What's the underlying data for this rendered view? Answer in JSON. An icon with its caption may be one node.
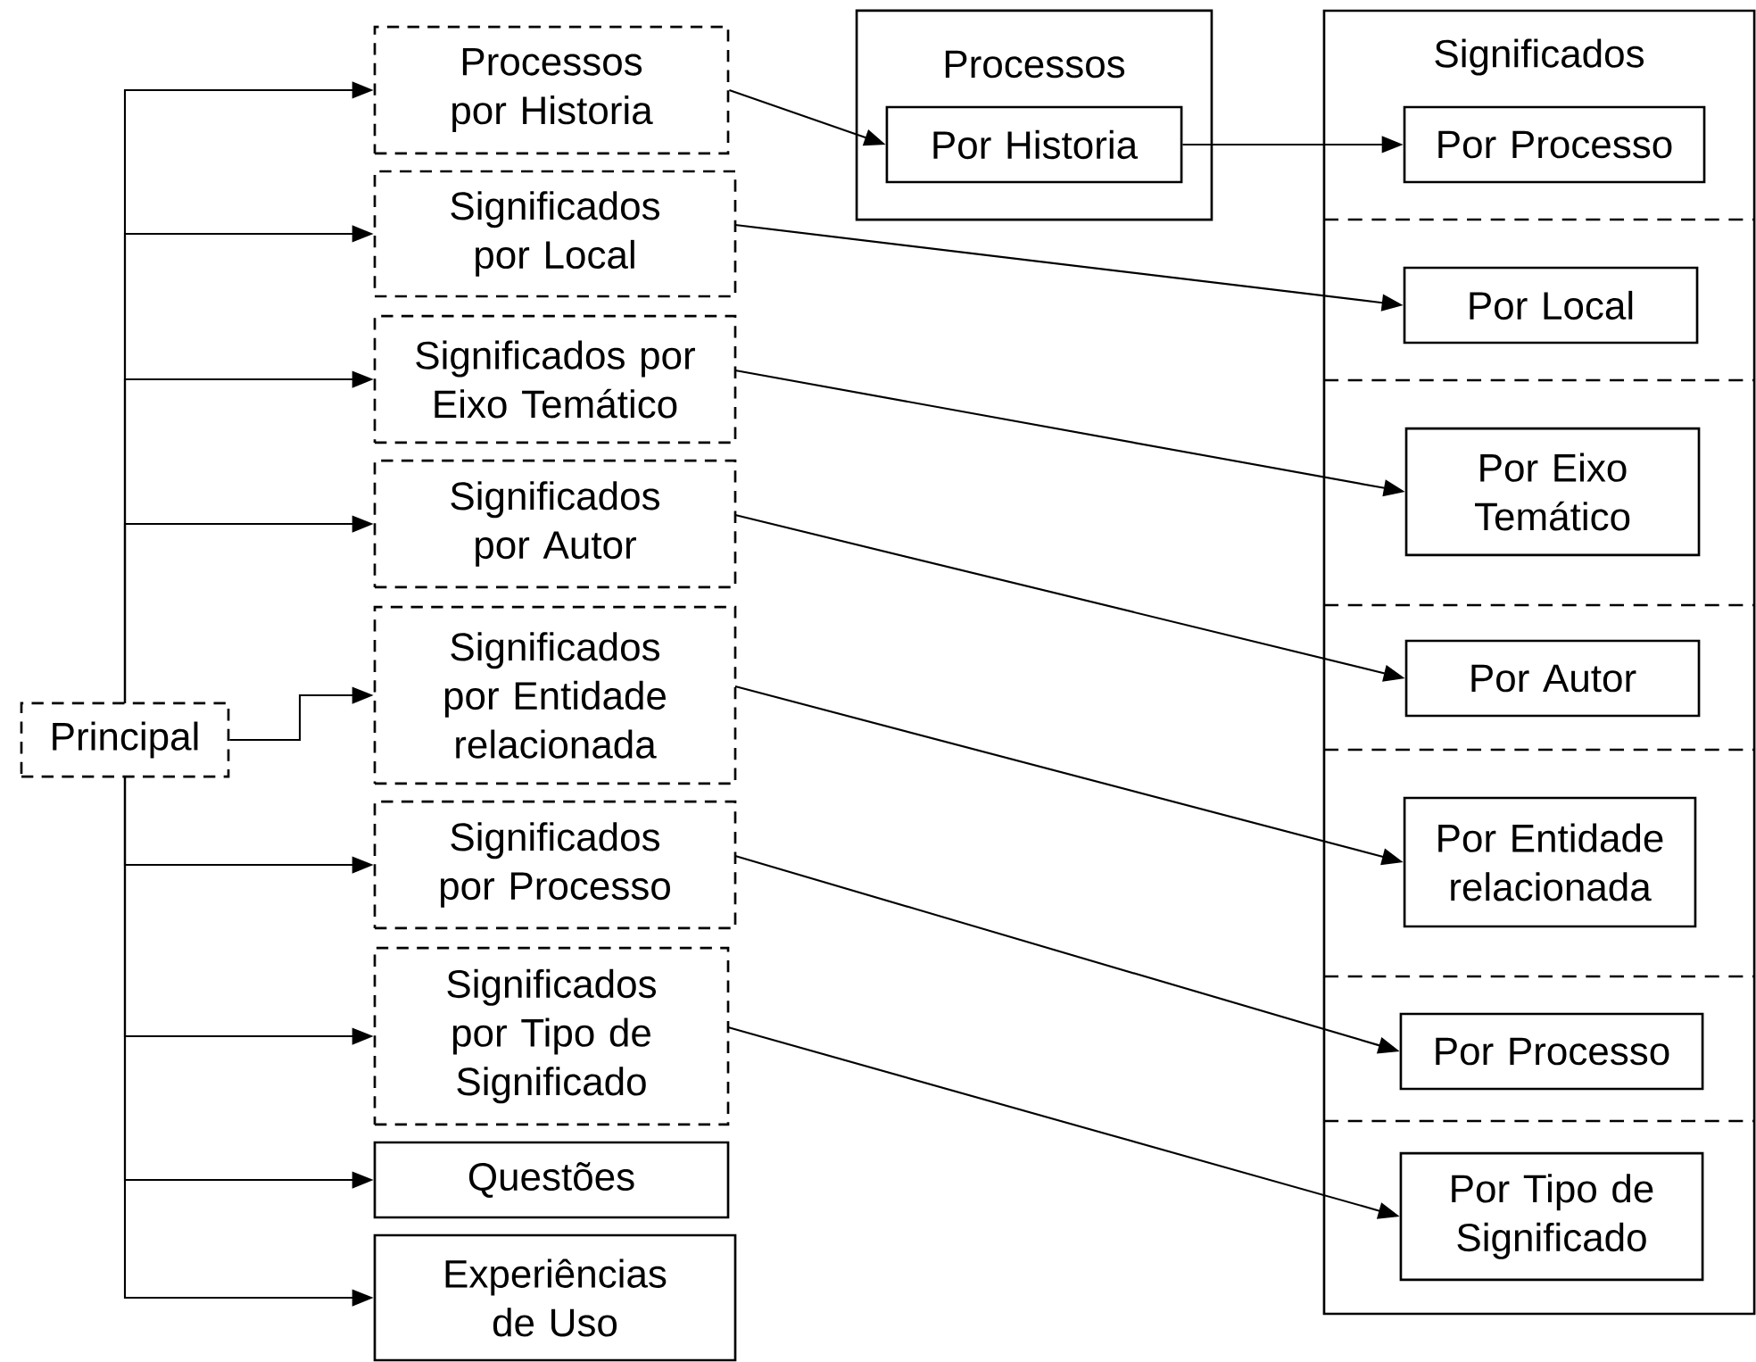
{
  "diagram": {
    "nodes": [
      {
        "text": [
          "Principal"
        ]
      },
      {
        "text": [
          "Processos por Historia"
        ]
      },
      {
        "text": [
          "Significados por Local"
        ]
      },
      {
        "text": [
          "Significados por Eixo Temático"
        ]
      },
      {
        "text": [
          "Significados por Autor"
        ]
      },
      {
        "text": [
          "Significados por Entidade relacionada"
        ]
      },
      {
        "text": [
          "Significados por Processo"
        ]
      },
      {
        "text": [
          "Significados por Tipo de Significado"
        ]
      },
      {
        "text": [
          "Questões"
        ]
      },
      {
        "text": [
          "Experiências de Uso"
        ]
      },
      {
        "text": [
          "Processos"
        ]
      },
      {
        "text": [
          "Por Historia"
        ],
        "in": 10
      },
      {
        "text": [
          "Significados"
        ]
      },
      {
        "text": [
          "Por Processo"
        ],
        "in": 12
      },
      {
        "text": [
          "Por Local"
        ],
        "in": 12
      },
      {
        "text": [
          "Por Eixo Temático"
        ],
        "in": 12
      },
      {
        "text": [
          "Por Autor"
        ],
        "in": 12
      },
      {
        "text": [
          "Por Entidade relacionada"
        ],
        "in": 12
      },
      {
        "text": [
          "Por Processo"
        ],
        "in": 12
      },
      {
        "text": [
          "Por Tipo de Significado"
        ],
        "in": 12
      }
    ],
    "edges": [
      {
        "from": 0,
        "to": 1,
        "arrow": "to"
      },
      {
        "from": 0,
        "to": 2,
        "arrow": "to"
      },
      {
        "from": 0,
        "to": 3,
        "arrow": "to"
      },
      {
        "from": 0,
        "to": 4,
        "arrow": "to"
      },
      {
        "from": 0,
        "to": 5,
        "arrow": "to"
      },
      {
        "from": 0,
        "to": 6,
        "arrow": "to"
      },
      {
        "from": 0,
        "to": 7,
        "arrow": "to"
      },
      {
        "from": 0,
        "to": 8,
        "arrow": "to"
      },
      {
        "from": 0,
        "to": 9,
        "arrow": "to"
      },
      {
        "from": 1,
        "to": 11,
        "arrow": "to"
      },
      {
        "from": 11,
        "to": 13,
        "arrow": "to"
      },
      {
        "from": 2,
        "to": 14,
        "arrow": "to"
      },
      {
        "from": 3,
        "to": 15,
        "arrow": "to"
      },
      {
        "from": 4,
        "to": 16,
        "arrow": "to"
      },
      {
        "from": 5,
        "to": 17,
        "arrow": "to"
      },
      {
        "from": 6,
        "to": 18,
        "arrow": "to"
      },
      {
        "from": 7,
        "to": 19,
        "arrow": "to"
      }
    ]
  }
}
